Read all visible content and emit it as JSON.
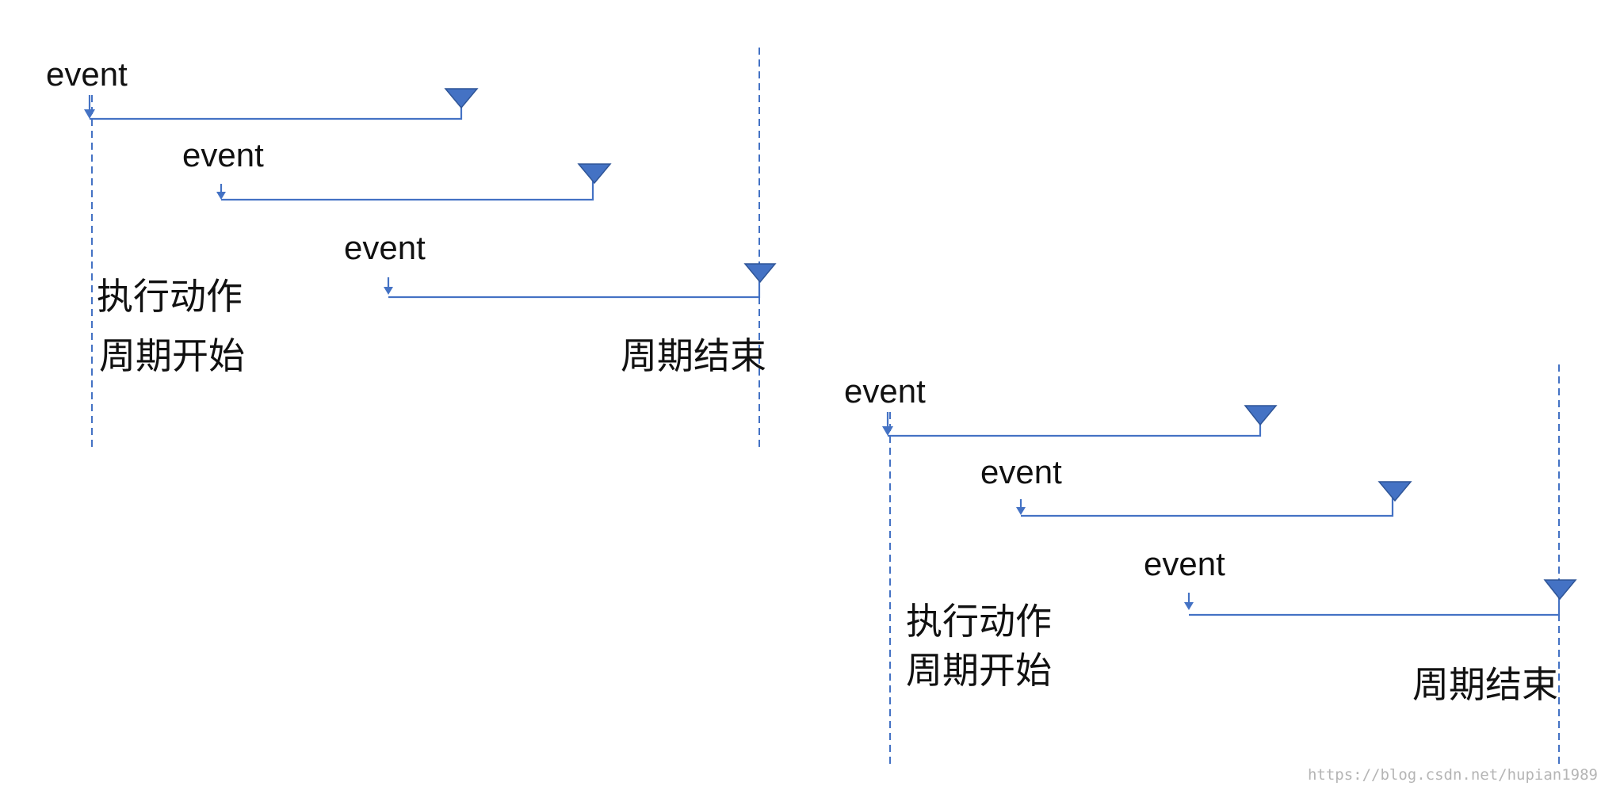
{
  "diagrams": [
    {
      "events": [
        "event",
        "event",
        "event"
      ],
      "start_label_line1": "执行动作",
      "start_label_line2": "周期开始",
      "end_label": "周期结束"
    },
    {
      "events": [
        "event",
        "event",
        "event"
      ],
      "start_label_line1": "执行动作",
      "start_label_line2": "周期开始",
      "end_label": "周期结束"
    }
  ],
  "watermark": "https://blog.csdn.net/hupian1989",
  "colors": {
    "line": "#4472c4",
    "marker": "#4472c4",
    "text": "#111111"
  }
}
